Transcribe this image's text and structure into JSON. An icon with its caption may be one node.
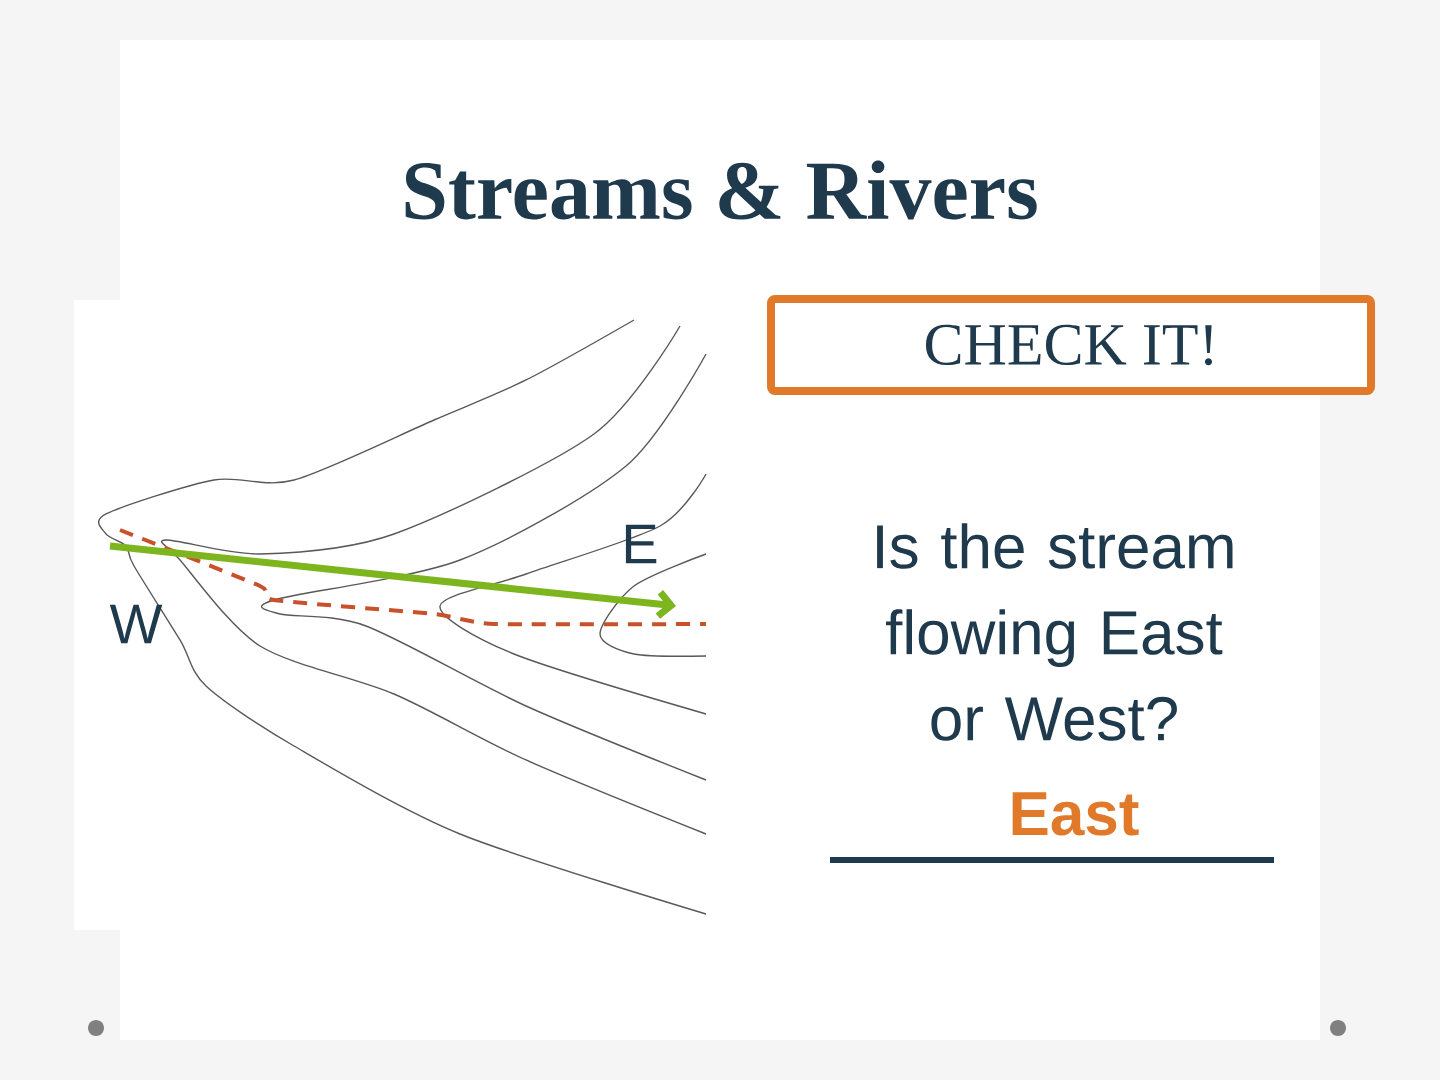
{
  "diagram": {
    "title": "Streams & Rivers",
    "nodes": [
      {
        "text": [
          "CHECK IT!"
        ]
      }
    ],
    "labels": [
      "E",
      "W",
      "Is the stream flowing East or West?",
      "East"
    ]
  }
}
